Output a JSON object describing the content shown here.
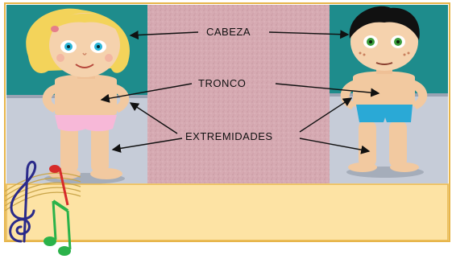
{
  "labels": {
    "head": "CABEZA",
    "trunk": "TRONCO",
    "limbs": "EXTREMIDADES"
  },
  "colors": {
    "teal_panel": "#1e8c8c",
    "pink_panel": "#d9aeb4",
    "wall_gray": "#c6ccd8",
    "skin": "#f2c9a0",
    "girl_hair": "#f3d35a",
    "boy_hair": "#111111",
    "girl_underwear": "#f7b8d8",
    "boy_underwear": "#2aa9d6",
    "bottom_banner": "#fde3a4",
    "frame_border": "#e7b54a"
  },
  "icons": [
    "music-notes-icon",
    "treble-clef-icon"
  ]
}
